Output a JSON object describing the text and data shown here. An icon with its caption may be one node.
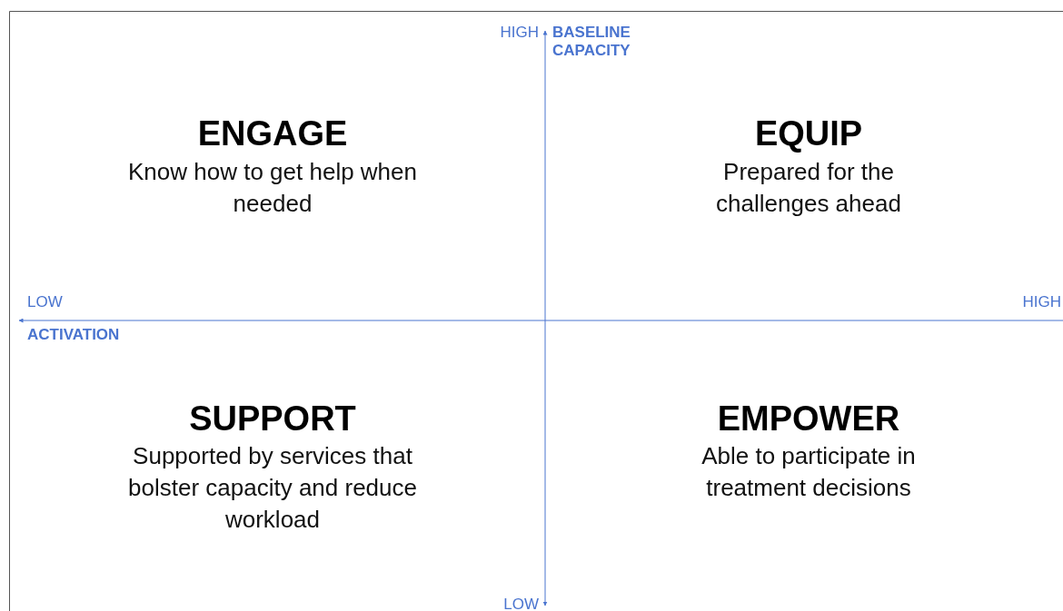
{
  "diagram": {
    "labels": [
      "HIGH",
      "BASELINE CAPACITY",
      "ENGAGE",
      "Know how to get help when needed",
      "EQUIP",
      "Prepared for the challenges ahead",
      "LOW",
      "HIGH",
      "ACTIVATION",
      "SUPPORT",
      "Supported by services that bolster capacity and reduce workload",
      "EMPOWER",
      "Able to participate in treatment decisions",
      "LOW"
    ]
  }
}
